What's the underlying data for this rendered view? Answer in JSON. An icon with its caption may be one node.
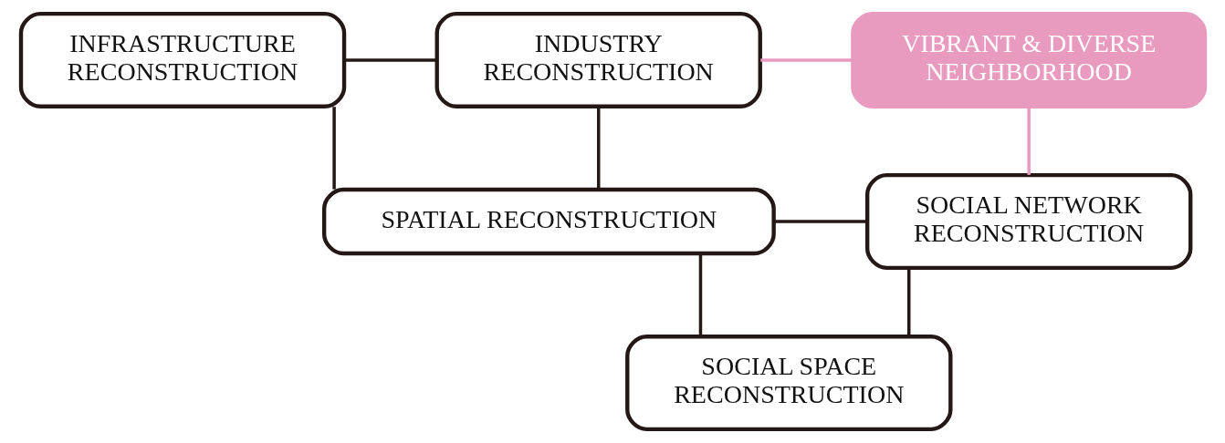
{
  "diagram": {
    "nodes": [
      {
        "text": [
          "INFRASTRUCTURE RECONSTRUCTION"
        ]
      },
      {
        "text": [
          "INDUSTRY RECONSTRUCTION"
        ]
      },
      {
        "text": [
          "VIBRANT & DIVERSE NEIGHBORHOOD"
        ]
      },
      {
        "text": [
          "SPATIAL RECONSTRUCTION"
        ]
      },
      {
        "text": [
          "SOCIAL NETWORK RECONSTRUCTION"
        ]
      },
      {
        "text": [
          "SOCIAL SPACE RECONSTRUCTION"
        ]
      }
    ],
    "edges": [
      {
        "from": 0,
        "to": 1,
        "arrow": "none"
      },
      {
        "from": 0,
        "to": 3,
        "arrow": "none"
      },
      {
        "from": 1,
        "to": 3,
        "arrow": "none"
      },
      {
        "from": 1,
        "to": 2,
        "arrow": "none",
        "color": "#e89bbf"
      },
      {
        "from": 2,
        "to": 4,
        "arrow": "none",
        "color": "#e89bbf"
      },
      {
        "from": 3,
        "to": 4,
        "arrow": "none"
      },
      {
        "from": 3,
        "to": 5,
        "arrow": "none"
      },
      {
        "from": 4,
        "to": 5,
        "arrow": "none"
      }
    ]
  }
}
